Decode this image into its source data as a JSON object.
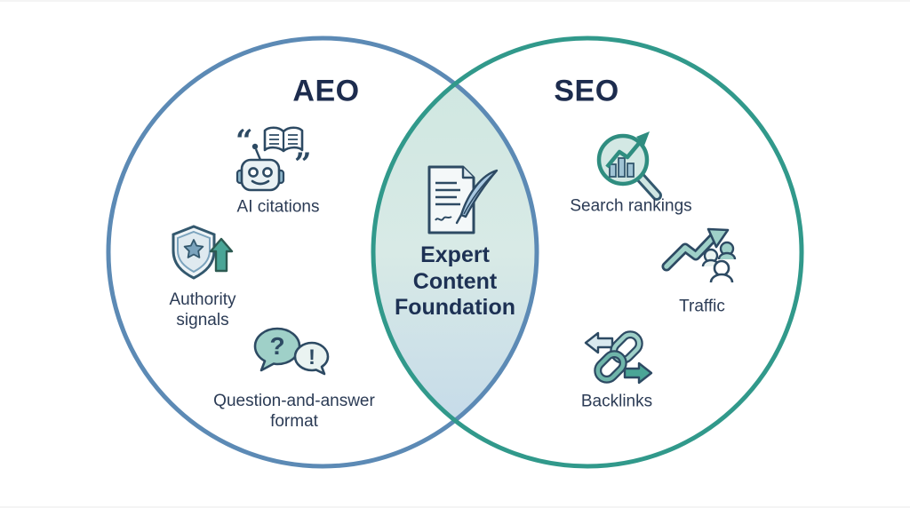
{
  "venn": {
    "left": {
      "title": "AEO",
      "items": [
        {
          "label": "AI citations",
          "icon": "robot-book-icon"
        },
        {
          "label": "Authority signals",
          "icon": "shield-star-arrow-icon"
        },
        {
          "label": "Question-and-answer format",
          "icon": "qa-speech-bubbles-icon"
        }
      ]
    },
    "right": {
      "title": "SEO",
      "items": [
        {
          "label": "Search rankings",
          "icon": "magnifier-chart-icon"
        },
        {
          "label": "Traffic",
          "icon": "growth-arrow-people-icon"
        },
        {
          "label": "Backlinks",
          "icon": "chain-link-arrows-icon"
        }
      ]
    },
    "center": {
      "label": "Expert Content Foundation",
      "icon": "document-quill-icon"
    },
    "colors": {
      "left_circle_stroke": "#5c8ab5",
      "right_circle_stroke": "#31998b",
      "lens_fill_top": "#d0e7e1",
      "lens_fill_mid": "#d8eae6",
      "lens_fill_bottom": "#c6dbe9",
      "title_text": "#1d2c4e",
      "label_text": "#2b3b55",
      "icon_outline": "#2d4a63",
      "icon_teal": "#4aa596",
      "icon_light_teal": "#cde5e0",
      "icon_steel_blue": "#8fb8cc",
      "background": "#ffffff"
    }
  }
}
